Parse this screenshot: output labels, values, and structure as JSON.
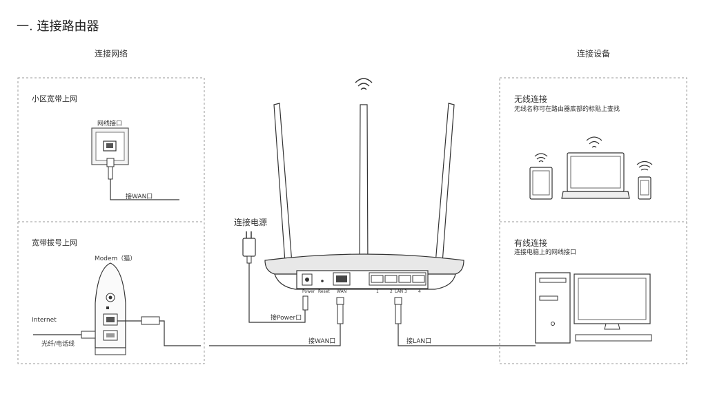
{
  "title": "一. 连接路由器",
  "left_header": "连接网络",
  "right_header": "连接设备",
  "left_panel": {
    "section1": {
      "title": "小区宽带上网",
      "jack_label": "网线接口",
      "wan_label": "接WAN口"
    },
    "section2": {
      "title": "宽带拔号上网",
      "modem_label": "Modem（猫）",
      "internet_label": "Internet",
      "fiber_label": "光纤/电话线"
    }
  },
  "center": {
    "power_title": "连接电源",
    "power_port_label": "接Power口",
    "wan_port_label": "接WAN口",
    "lan_port_label": "接LAN口",
    "port_labels": {
      "power": "Power",
      "reset": "Reset",
      "wan": "WAN",
      "lan": "LAN",
      "n1": "1",
      "n2": "2",
      "n3": "3",
      "n4": "4"
    }
  },
  "right_panel": {
    "wireless": {
      "title": "无线连接",
      "desc": "无线名称可在路由器底部的标贴上查找"
    },
    "wired": {
      "title": "有线连接",
      "desc": "连接电脑上的网线接口"
    }
  },
  "icons": [
    "wifi-icon",
    "tablet-icon",
    "laptop-icon",
    "phone-icon",
    "desktop-pc-icon",
    "router-icon",
    "modem-icon",
    "power-adapter-icon",
    "ethernet-plug-icon",
    "wall-jack-icon"
  ]
}
